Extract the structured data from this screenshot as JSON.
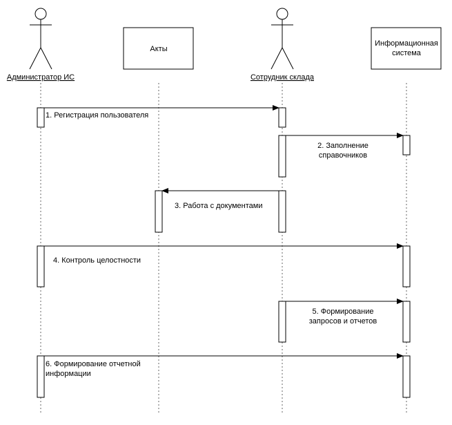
{
  "participants": [
    {
      "name": "Администратор ИС",
      "kind": "actor"
    },
    {
      "name": "Акты",
      "kind": "object"
    },
    {
      "name": "Сотрудник склада",
      "kind": "actor"
    },
    {
      "name": "Информационная система",
      "lines": [
        "Информационная",
        "система"
      ],
      "kind": "object"
    }
  ],
  "messages": [
    {
      "label": [
        "1. Регистрация пользователя"
      ],
      "from": 0,
      "to": 2
    },
    {
      "label": [
        "2. Заполнение",
        "справочников"
      ],
      "from": 2,
      "to": 3
    },
    {
      "label": [
        "3. Работа с документами"
      ],
      "from": 2,
      "to": 1
    },
    {
      "label": [
        "4. Контроль целостности"
      ],
      "from": 0,
      "to": 3
    },
    {
      "label": [
        "5. Формирование",
        "запросов и отчетов"
      ],
      "from": 2,
      "to": 3
    },
    {
      "label": [
        "6. Формирование отчетной",
        "информации"
      ],
      "from": 0,
      "to": 3
    }
  ]
}
